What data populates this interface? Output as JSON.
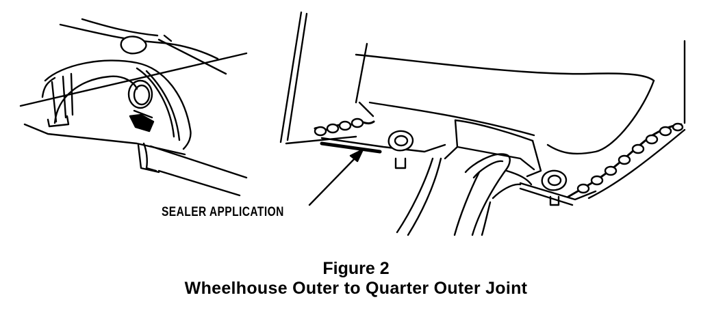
{
  "diagram": {
    "callout_label": "SEALER APPLICATION",
    "figure_number": "Figure 2",
    "figure_title": "Wheelhouse Outer to Quarter Outer Joint"
  },
  "icons": {
    "inset": "wheelhouse-inset-drawing",
    "detail": "quarter-joint-detail-drawing",
    "pointer": "leader-arrow"
  }
}
